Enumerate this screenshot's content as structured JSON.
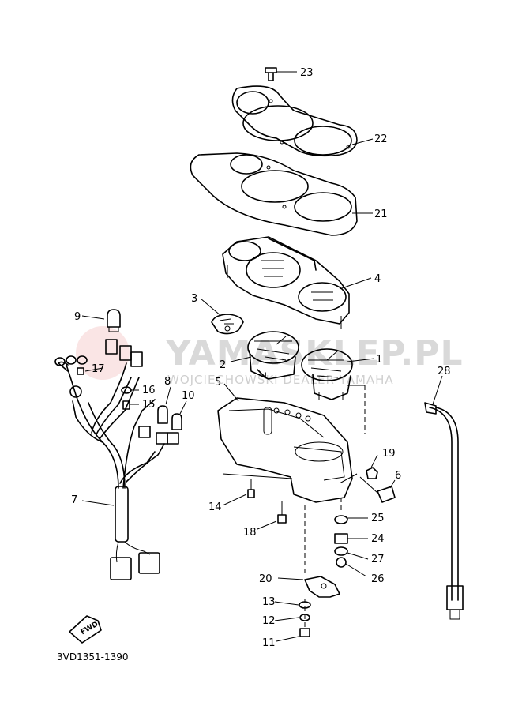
{
  "diagram_code": "3VD1351-1390",
  "fwd_label": "FWD",
  "watermark": {
    "main": "YAMASKLEP.PL",
    "sub": "WOJCIECHOWSKI DEALER YAMAHA"
  },
  "labels": {
    "p1": "1",
    "p2": "2",
    "p3": "3",
    "p4": "4",
    "p5": "5",
    "p6": "6",
    "p7": "7",
    "p8": "8",
    "p9": "9",
    "p10": "10",
    "p11": "11",
    "p12": "12",
    "p13": "13",
    "p14": "14",
    "p15": "15",
    "p16": "16",
    "p17": "17",
    "p18": "18",
    "p19": "19",
    "p20": "20",
    "p21": "21",
    "p22": "22",
    "p23": "23",
    "p24": "24",
    "p25": "25",
    "p26": "26",
    "p27": "27",
    "p28": "28"
  }
}
